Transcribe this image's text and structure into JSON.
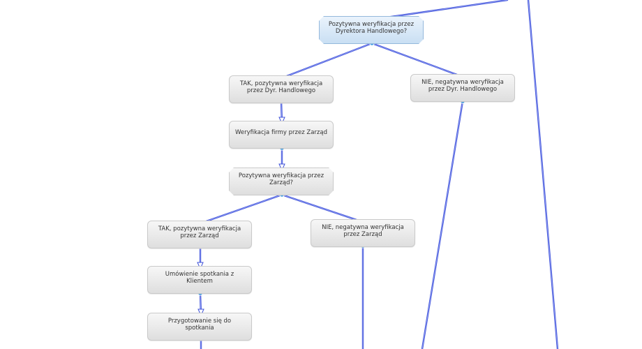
{
  "colors": {
    "edge": "#3f52d9",
    "edge_highlight": "#9aa6f5",
    "port": "#4aa3e6",
    "node_selected": "#c9dff3"
  },
  "nodes": {
    "dec_dyr": "Pozytywna weryfikacja przez\nDyrektora Handlowego?",
    "tak_dyr": "TAK, pozytywna weryfikacja\nprzez Dyr. Handlowego",
    "nie_dyr": "NIE, negatywna weryfikacja\nprzez Dyr. Handlowego",
    "wer_zarz": "Weryfikacja firmy przez Zarząd",
    "dec_zarz": "Pozytywna weryfikacja przez\nZarząd?",
    "tak_zarz": "TAK, pozytywna weryfikacja\nprzez Zarząd",
    "nie_zarz": "NIE, negatywna weryfikacja\nprzez Zarząd",
    "umow": "Umówienie spotkania z\nKlientem",
    "przyg": "Przygotowanie się do spotkania"
  }
}
